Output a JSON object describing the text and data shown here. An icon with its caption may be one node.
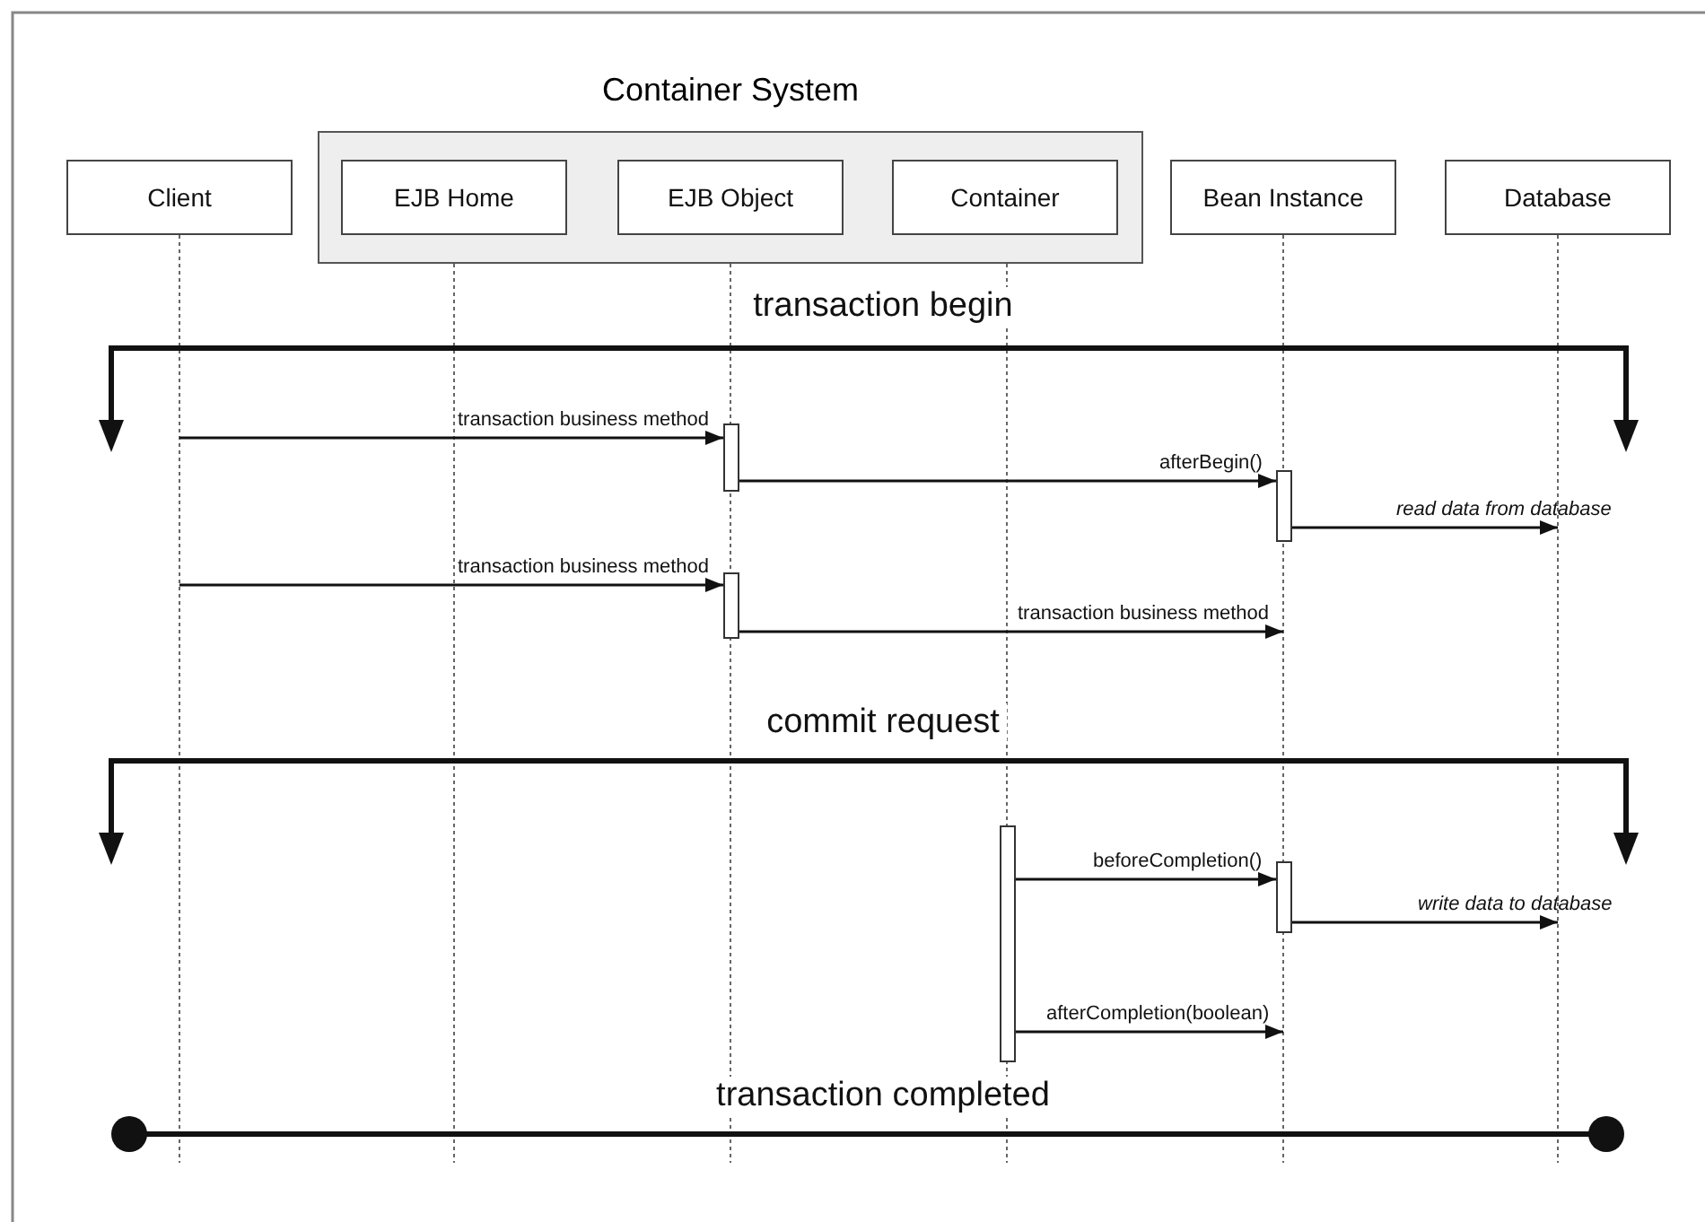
{
  "diagram": {
    "nodes": [
      {
        "text": [
          "Container System"
        ]
      },
      {
        "text": [
          "Client"
        ]
      },
      {
        "text": [
          "EJB Home"
        ],
        "in": 0
      },
      {
        "text": [
          "EJB Object"
        ],
        "in": 0
      },
      {
        "text": [
          "Container"
        ],
        "in": 0
      },
      {
        "text": [
          "Bean Instance"
        ]
      },
      {
        "text": [
          "Database"
        ]
      },
      {
        "text": [],
        "shape": "bar"
      },
      {
        "text": [],
        "shape": "bar"
      },
      {
        "text": [],
        "shape": "bar"
      },
      {
        "text": [],
        "shape": "bar"
      },
      {
        "text": [],
        "shape": "bar"
      }
    ],
    "edges": [
      {
        "from": null,
        "to": 7,
        "arrow": "to",
        "label": "transaction business method"
      },
      {
        "from": 7,
        "to": 8,
        "arrow": "to",
        "label": "afterBegin()"
      },
      {
        "from": 8,
        "to": null,
        "arrow": "to",
        "label": "read data from database"
      },
      {
        "from": null,
        "to": 9,
        "arrow": "to",
        "label": "transaction business method"
      },
      {
        "from": 9,
        "to": null,
        "arrow": "to",
        "label": "transaction business method"
      },
      {
        "from": 10,
        "to": 11,
        "arrow": "to",
        "label": "beforeCompletion()"
      },
      {
        "from": 11,
        "to": null,
        "arrow": "to",
        "label": "write data to database"
      },
      {
        "from": 10,
        "to": null,
        "arrow": "to",
        "label": "afterCompletion(boolean)"
      }
    ],
    "labels": [
      "transaction begin",
      "commit request",
      "transaction completed"
    ]
  }
}
